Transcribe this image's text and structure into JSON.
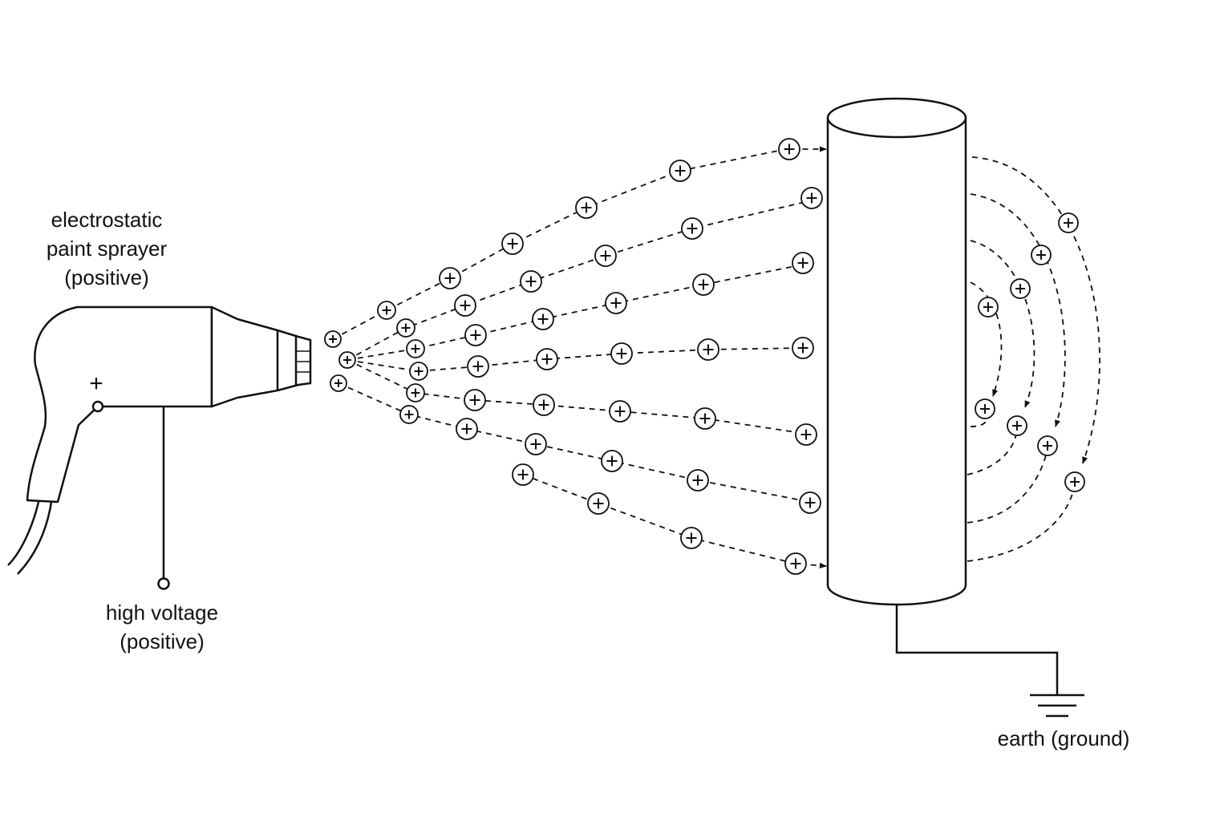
{
  "labels": {
    "sprayer": [
      "electrostatic",
      "paint sprayer",
      "(positive)"
    ],
    "high_voltage": [
      "high voltage",
      "(positive)"
    ],
    "earth": "earth (ground)",
    "charge_sign": "+"
  },
  "colors": {
    "ink": "#111111",
    "background": "#ffffff"
  }
}
